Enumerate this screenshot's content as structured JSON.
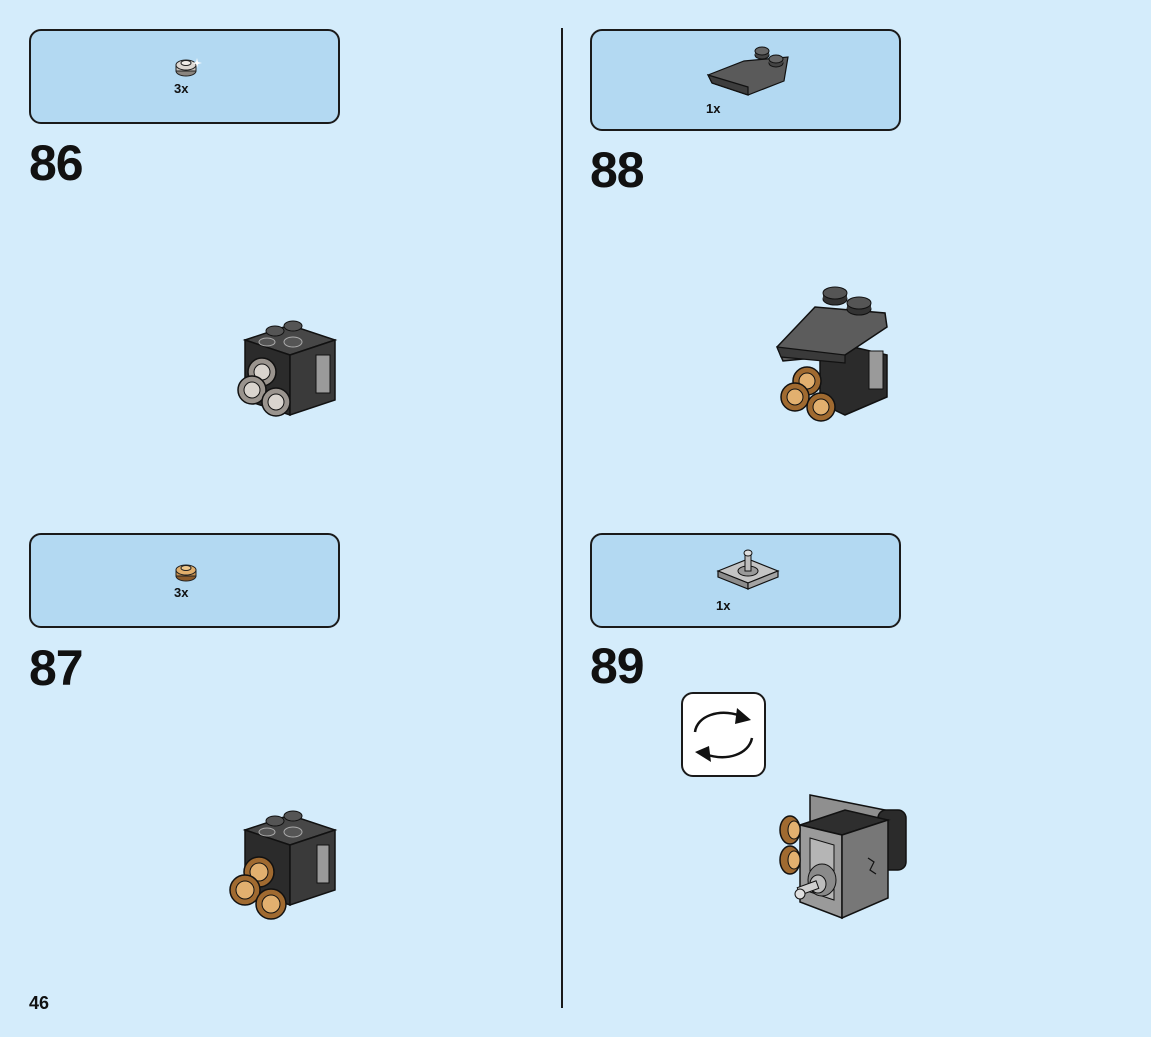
{
  "page_number": "46",
  "steps": [
    {
      "number": "86",
      "part_qty": "3x",
      "part_icon": "round-plate-silver-icon",
      "model_icon": "brick-silver-studs-model-icon"
    },
    {
      "number": "87",
      "part_qty": "3x",
      "part_icon": "round-plate-gold-icon",
      "model_icon": "brick-gold-studs-model-icon"
    },
    {
      "number": "88",
      "part_qty": "1x",
      "part_icon": "wedge-plate-dark-grey-icon",
      "model_icon": "brick-with-wedge-model-icon"
    },
    {
      "number": "89",
      "part_qty": "1x",
      "part_icon": "plate-with-joystick-icon",
      "model_icon": "rotated-assembly-model-icon",
      "extra_icon": "rotate-model-icon"
    }
  ],
  "colors": {
    "background": "#d4ecfb",
    "parts_box": "#b3d9f2",
    "outline": "#1a1a1a",
    "dark_brick": "#2b2b2b",
    "silver": "#c8c3bd",
    "gold": "#c9914f",
    "light_grey": "#a3a3a3"
  }
}
